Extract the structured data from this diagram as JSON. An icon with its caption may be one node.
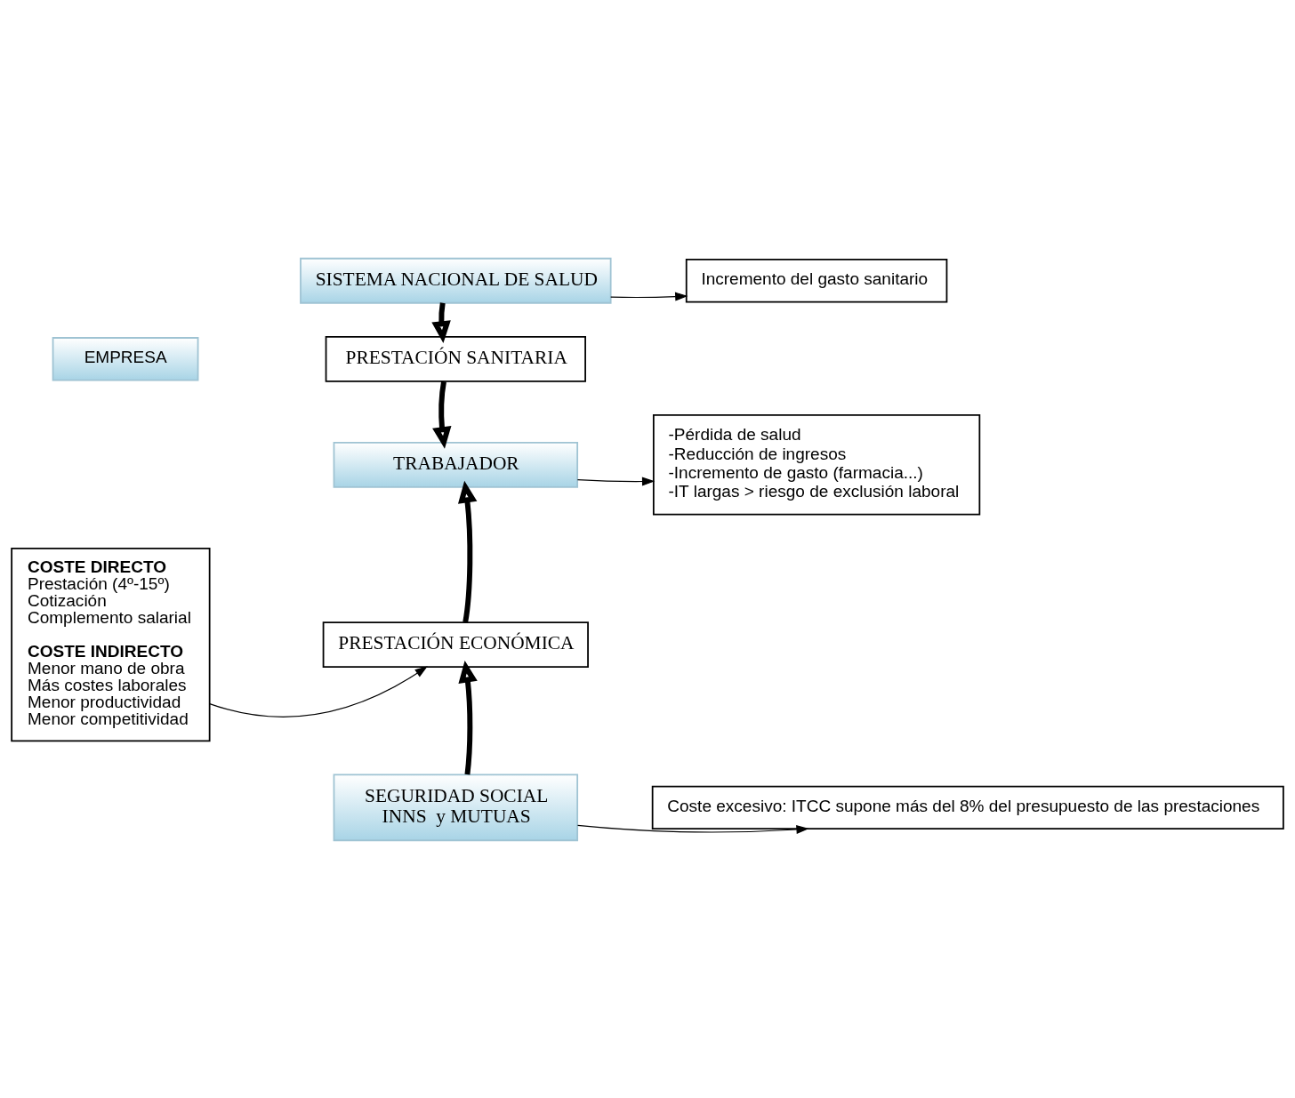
{
  "diagram": {
    "nodes": [
      {
        "text": [
          "SISTEMA NACIONAL DE SALUD"
        ]
      },
      {
        "text": [
          "Incremento del gasto sanitario"
        ]
      },
      {
        "text": [
          "PRESTACIÓN SANITARIA"
        ]
      },
      {
        "text": [
          "EMPRESA"
        ]
      },
      {
        "text": [
          "COSTE DIRECTO",
          "Prestación (4º-15º)",
          "Cotización",
          "Complemento salarial",
          "COSTE INDIRECTO",
          "Menor mano de obra",
          "Más costes laborales",
          "Menor productividad",
          "Menor competitividad"
        ]
      },
      {
        "text": [
          "TRABAJADOR"
        ]
      },
      {
        "text": [
          "-Pérdida de salud",
          "-Reducción de ingresos",
          "-Incremento de gasto (farmacia...)",
          "-IT largas > riesgo de exclusión laboral"
        ]
      },
      {
        "text": [
          "PRESTACIÓN ECONÓMICA"
        ]
      },
      {
        "text": [
          "SEGURIDAD SOCIAL",
          "INNS  y MUTUAS"
        ]
      },
      {
        "text": [
          "Coste excesivo: ITCC supone más del 8% del presupuesto de las prestaciones"
        ]
      }
    ],
    "edges": [
      {
        "from": 0,
        "to": 1,
        "arrow": "to"
      },
      {
        "from": 0,
        "to": 2,
        "arrow": "to",
        "style": "thick"
      },
      {
        "from": 2,
        "to": 5,
        "arrow": "to",
        "style": "thick"
      },
      {
        "from": 7,
        "to": 5,
        "arrow": "to",
        "style": "thick"
      },
      {
        "from": 8,
        "to": 7,
        "arrow": "to",
        "style": "thick"
      },
      {
        "from": 4,
        "to": 7,
        "arrow": "to"
      },
      {
        "from": 5,
        "to": 6,
        "arrow": "to"
      },
      {
        "from": 8,
        "to": 9,
        "arrow": "to"
      }
    ]
  }
}
